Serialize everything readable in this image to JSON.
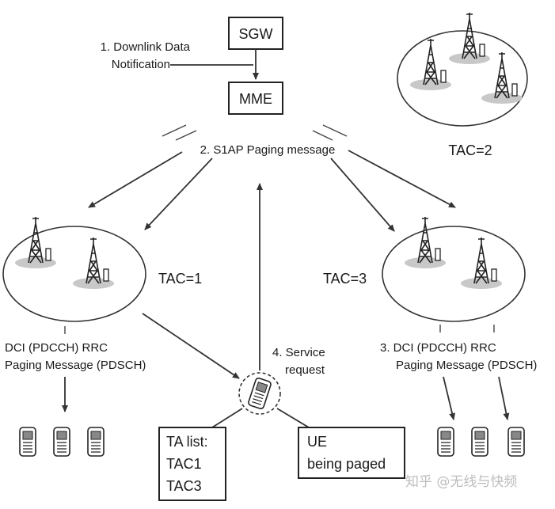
{
  "nodes": {
    "sgw": "SGW",
    "mme": "MME"
  },
  "labels": {
    "downlink_1": "1. Downlink Data",
    "downlink_2": "Notification",
    "s1ap": "2. S1AP Paging message",
    "tac2": "TAC=2",
    "tac1": "TAC=1",
    "tac3": "TAC=3",
    "dci_left_1": "DCI (PDCCH) RRC",
    "dci_left_2": "Paging Message (PDSCH)",
    "dci_right_1": "3. DCI (PDCCH) RRC",
    "dci_right_2": "Paging Message (PDSCH)",
    "service_1": "4. Service",
    "service_2": "request",
    "ta_list_1": "TA list:",
    "ta_list_2": "TAC1",
    "ta_list_3": "TAC3",
    "ue_1": "UE",
    "ue_2": "being paged"
  },
  "watermark": "知乎 @无线与快频"
}
